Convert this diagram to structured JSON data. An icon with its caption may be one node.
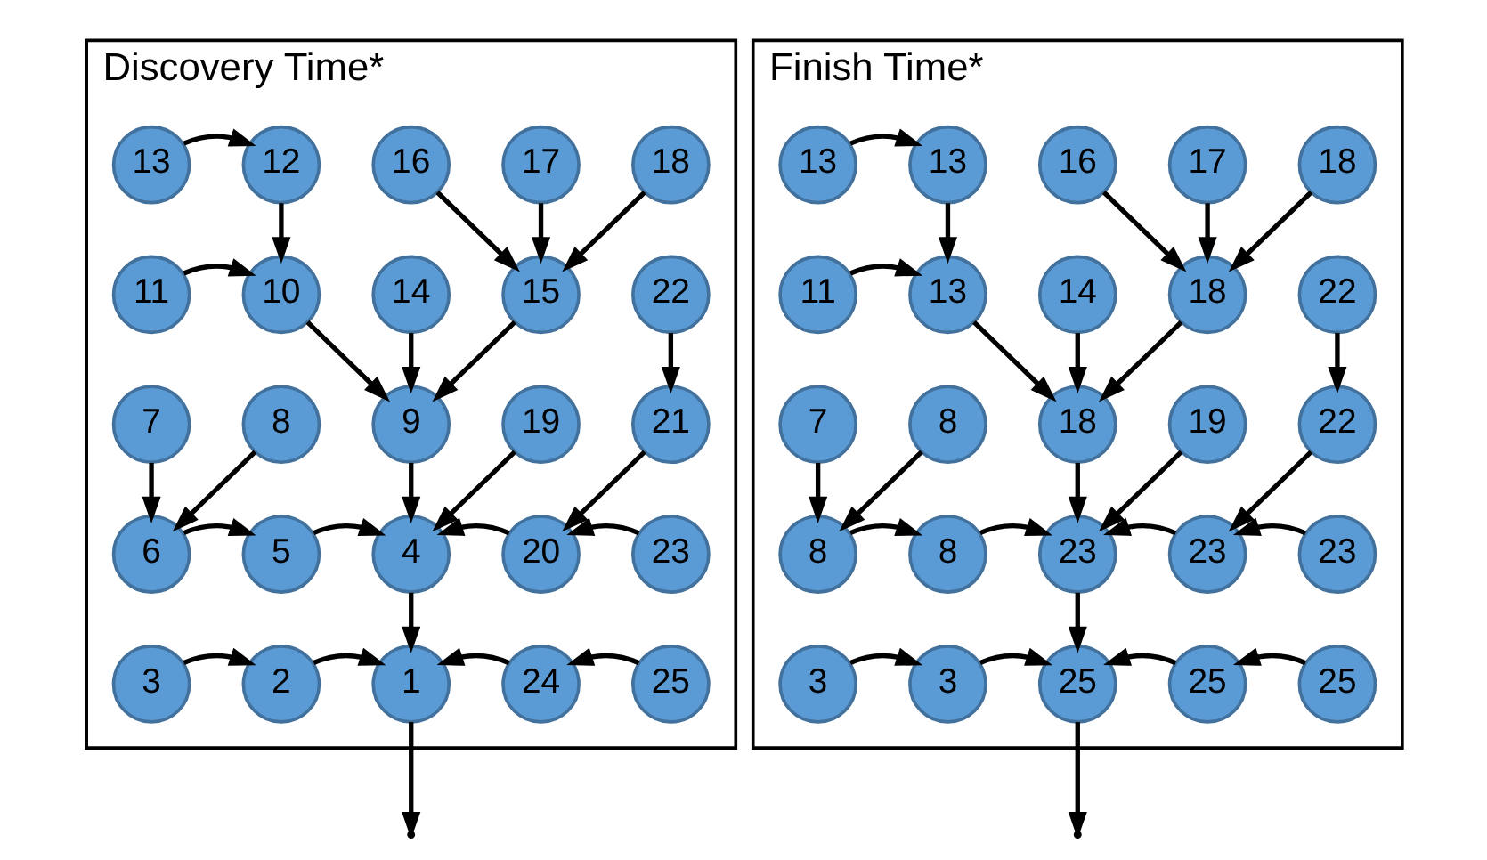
{
  "diagram": {
    "nodes": [
      {
        "text": [
          "Discovery Time*"
        ]
      },
      {
        "text": [
          "13"
        ],
        "in": 0
      },
      {
        "text": [
          "12"
        ],
        "in": 0
      },
      {
        "text": [
          "16"
        ],
        "in": 0
      },
      {
        "text": [
          "17"
        ],
        "in": 0
      },
      {
        "text": [
          "18"
        ],
        "in": 0
      },
      {
        "text": [
          "11"
        ],
        "in": 0
      },
      {
        "text": [
          "10"
        ],
        "in": 0
      },
      {
        "text": [
          "14"
        ],
        "in": 0
      },
      {
        "text": [
          "15"
        ],
        "in": 0
      },
      {
        "text": [
          "22"
        ],
        "in": 0
      },
      {
        "text": [
          "7"
        ],
        "in": 0
      },
      {
        "text": [
          "8"
        ],
        "in": 0
      },
      {
        "text": [
          "9"
        ],
        "in": 0
      },
      {
        "text": [
          "19"
        ],
        "in": 0
      },
      {
        "text": [
          "21"
        ],
        "in": 0
      },
      {
        "text": [
          "6"
        ],
        "in": 0
      },
      {
        "text": [
          "5"
        ],
        "in": 0
      },
      {
        "text": [
          "4"
        ],
        "in": 0
      },
      {
        "text": [
          "20"
        ],
        "in": 0
      },
      {
        "text": [
          "23"
        ],
        "in": 0
      },
      {
        "text": [
          "3"
        ],
        "in": 0
      },
      {
        "text": [
          "2"
        ],
        "in": 0
      },
      {
        "text": [
          "1"
        ],
        "in": 0
      },
      {
        "text": [
          "24"
        ],
        "in": 0
      },
      {
        "text": [
          "25"
        ],
        "in": 0
      },
      {
        "text": [
          "Finish Time*"
        ]
      },
      {
        "text": [
          "13"
        ],
        "in": 26
      },
      {
        "text": [
          "13"
        ],
        "in": 26
      },
      {
        "text": [
          "16"
        ],
        "in": 26
      },
      {
        "text": [
          "17"
        ],
        "in": 26
      },
      {
        "text": [
          "18"
        ],
        "in": 26
      },
      {
        "text": [
          "11"
        ],
        "in": 26
      },
      {
        "text": [
          "13"
        ],
        "in": 26
      },
      {
        "text": [
          "14"
        ],
        "in": 26
      },
      {
        "text": [
          "18"
        ],
        "in": 26
      },
      {
        "text": [
          "22"
        ],
        "in": 26
      },
      {
        "text": [
          "7"
        ],
        "in": 26
      },
      {
        "text": [
          "8"
        ],
        "in": 26
      },
      {
        "text": [
          "18"
        ],
        "in": 26
      },
      {
        "text": [
          "19"
        ],
        "in": 26
      },
      {
        "text": [
          "22"
        ],
        "in": 26
      },
      {
        "text": [
          "8"
        ],
        "in": 26
      },
      {
        "text": [
          "8"
        ],
        "in": 26
      },
      {
        "text": [
          "23"
        ],
        "in": 26
      },
      {
        "text": [
          "23"
        ],
        "in": 26
      },
      {
        "text": [
          "23"
        ],
        "in": 26
      },
      {
        "text": [
          "3"
        ],
        "in": 26
      },
      {
        "text": [
          "3"
        ],
        "in": 26
      },
      {
        "text": [
          "25"
        ],
        "in": 26
      },
      {
        "text": [
          "25"
        ],
        "in": 26
      },
      {
        "text": [
          "25"
        ],
        "in": 26
      }
    ],
    "edges": [
      {
        "from": 1,
        "to": 2,
        "arrow": "to"
      },
      {
        "from": 2,
        "to": 7,
        "arrow": "to"
      },
      {
        "from": 6,
        "to": 7,
        "arrow": "to"
      },
      {
        "from": 3,
        "to": 9,
        "arrow": "to"
      },
      {
        "from": 4,
        "to": 9,
        "arrow": "to"
      },
      {
        "from": 5,
        "to": 9,
        "arrow": "to"
      },
      {
        "from": 7,
        "to": 13,
        "arrow": "to"
      },
      {
        "from": 8,
        "to": 13,
        "arrow": "to"
      },
      {
        "from": 9,
        "to": 13,
        "arrow": "to"
      },
      {
        "from": 10,
        "to": 15,
        "arrow": "to"
      },
      {
        "from": 11,
        "to": 16,
        "arrow": "to"
      },
      {
        "from": 12,
        "to": 16,
        "arrow": "to"
      },
      {
        "from": 13,
        "to": 18,
        "arrow": "to"
      },
      {
        "from": 14,
        "to": 18,
        "arrow": "to"
      },
      {
        "from": 15,
        "to": 19,
        "arrow": "to"
      },
      {
        "from": 16,
        "to": 17,
        "arrow": "to"
      },
      {
        "from": 17,
        "to": 18,
        "arrow": "to"
      },
      {
        "from": 19,
        "to": 18,
        "arrow": "to"
      },
      {
        "from": 20,
        "to": 19,
        "arrow": "to"
      },
      {
        "from": 18,
        "to": 23,
        "arrow": "to"
      },
      {
        "from": 21,
        "to": 22,
        "arrow": "to"
      },
      {
        "from": 22,
        "to": 23,
        "arrow": "to"
      },
      {
        "from": 24,
        "to": 23,
        "arrow": "to"
      },
      {
        "from": 25,
        "to": 24,
        "arrow": "to"
      },
      {
        "from": 23,
        "to": null,
        "arrow": "to"
      },
      {
        "from": 27,
        "to": 28,
        "arrow": "to"
      },
      {
        "from": 28,
        "to": 33,
        "arrow": "to"
      },
      {
        "from": 32,
        "to": 33,
        "arrow": "to"
      },
      {
        "from": 29,
        "to": 35,
        "arrow": "to"
      },
      {
        "from": 30,
        "to": 35,
        "arrow": "to"
      },
      {
        "from": 31,
        "to": 35,
        "arrow": "to"
      },
      {
        "from": 33,
        "to": 39,
        "arrow": "to"
      },
      {
        "from": 34,
        "to": 39,
        "arrow": "to"
      },
      {
        "from": 35,
        "to": 39,
        "arrow": "to"
      },
      {
        "from": 36,
        "to": 41,
        "arrow": "to"
      },
      {
        "from": 37,
        "to": 42,
        "arrow": "to"
      },
      {
        "from": 38,
        "to": 42,
        "arrow": "to"
      },
      {
        "from": 39,
        "to": 44,
        "arrow": "to"
      },
      {
        "from": 40,
        "to": 44,
        "arrow": "to"
      },
      {
        "from": 41,
        "to": 45,
        "arrow": "to"
      },
      {
        "from": 42,
        "to": 43,
        "arrow": "to"
      },
      {
        "from": 43,
        "to": 44,
        "arrow": "to"
      },
      {
        "from": 45,
        "to": 44,
        "arrow": "to"
      },
      {
        "from": 46,
        "to": 45,
        "arrow": "to"
      },
      {
        "from": 44,
        "to": 49,
        "arrow": "to"
      },
      {
        "from": 47,
        "to": 48,
        "arrow": "to"
      },
      {
        "from": 48,
        "to": 49,
        "arrow": "to"
      },
      {
        "from": 50,
        "to": 49,
        "arrow": "to"
      },
      {
        "from": 51,
        "to": 50,
        "arrow": "to"
      },
      {
        "from": 49,
        "to": null,
        "arrow": "to"
      }
    ]
  }
}
